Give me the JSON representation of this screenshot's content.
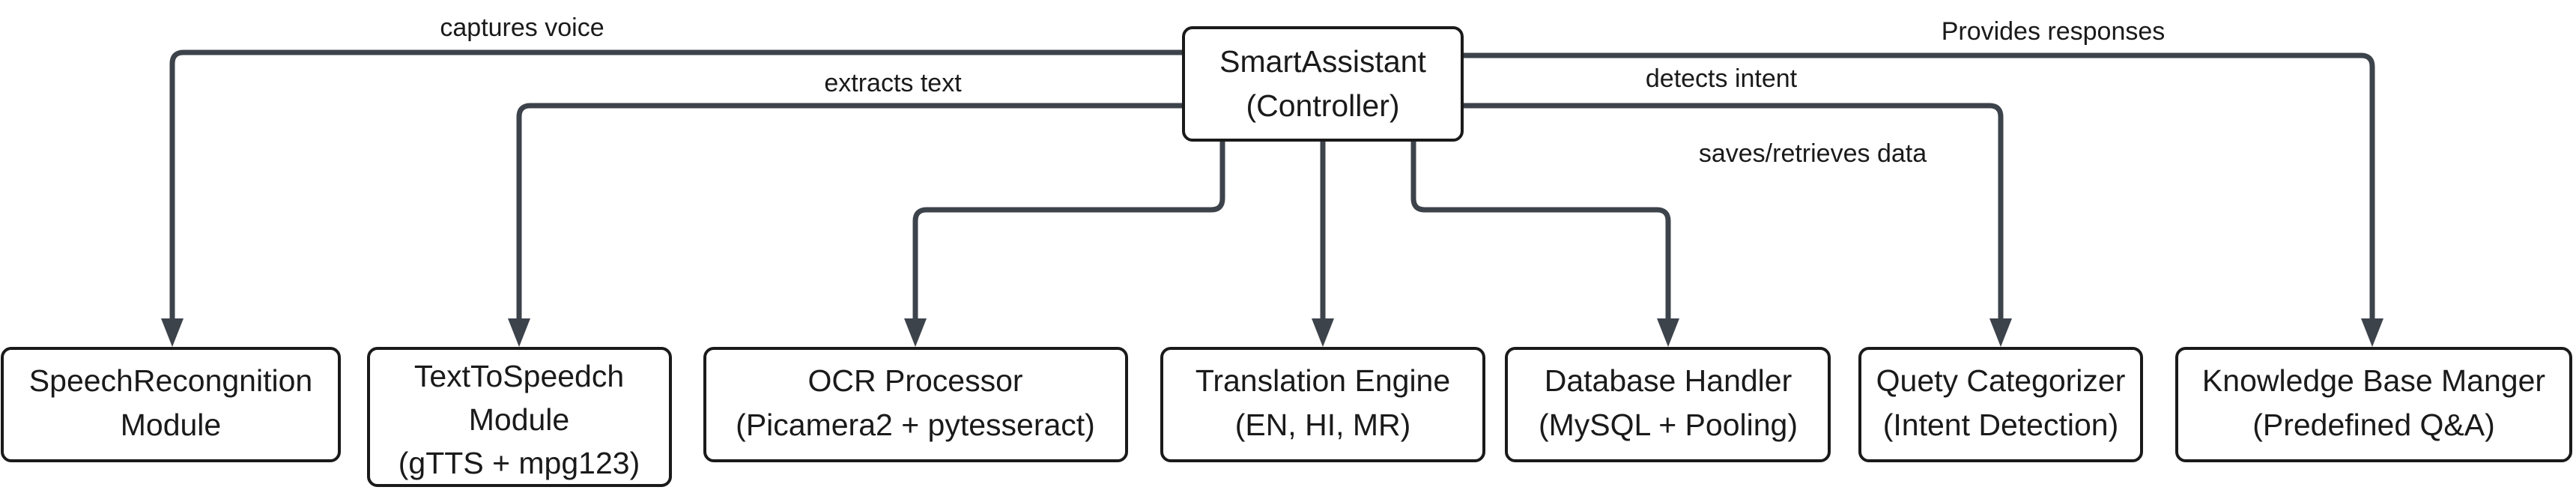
{
  "controller": {
    "line1": "SmartAssistant",
    "line2": "(Controller)"
  },
  "modules": [
    {
      "lines": [
        "SpeechRecongnition",
        "Module"
      ]
    },
    {
      "lines": [
        "TextToSpeedch",
        "Module",
        "(gTTS + mpg123)"
      ]
    },
    {
      "lines": [
        "OCR Processor",
        "(Picamera2 + pytesseract)"
      ]
    },
    {
      "lines": [
        "Translation Engine",
        "(EN, HI, MR)"
      ]
    },
    {
      "lines": [
        "Database Handler",
        "(MySQL + Pooling)"
      ]
    },
    {
      "lines": [
        "Quety Categorizer",
        "(Intent Detection)"
      ]
    },
    {
      "lines": [
        "Knowledge Base Manger",
        "(Predefined Q&A)"
      ]
    }
  ],
  "edge_labels": {
    "speech": "captures voice",
    "tts": "extracts text",
    "database": "saves/retrieves data",
    "categorizer": "detects intent",
    "knowledge": "Provides responses"
  },
  "colors": {
    "line": "#3d434b",
    "border": "#1a1a1a",
    "background": "#ffffff"
  }
}
